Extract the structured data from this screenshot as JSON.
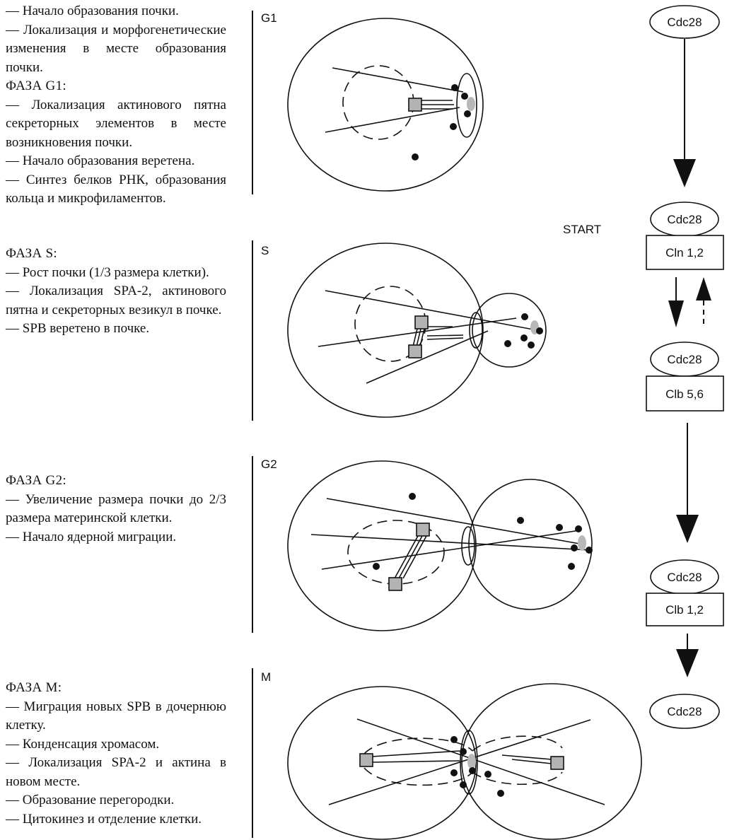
{
  "sections": [
    {
      "heading": "",
      "items": [
        "— Начало образования почки.",
        "— Локализация и морфогенетические изменения в месте образования почки."
      ]
    },
    {
      "heading": "ФАЗА G1:",
      "items": [
        "— Локализация актинового пятна секреторных элементов в месте возникновения почки.",
        "— Начало образования веретена.",
        "— Синтез белков РНК, образования кольца и микрофиламентов."
      ]
    },
    {
      "heading": "ФАЗА S:",
      "items": [
        "— Рост почки (1/3 размера клетки).",
        "— Локализация SPA-2, актинового пятна и секреторных везикул в почке.",
        "— SPB веретено в почке."
      ]
    },
    {
      "heading": "ФАЗА G2:",
      "items": [
        "— Увеличение размера почки до 2/3 размера материнской клетки.",
        "— Начало ядерной миграции."
      ]
    },
    {
      "heading": "ФАЗА M:",
      "items": [
        "— Миграция новых SPB в дочернюю клетку.",
        "— Конденсация хромасом.",
        "— Локализация SPA-2 и актина в новом месте.",
        "— Образование перегородки.",
        "— Цитокинез и отделение клетки."
      ]
    }
  ],
  "panels": {
    "g1": "G1",
    "s": "S",
    "g2": "G2",
    "m": "M"
  },
  "pathway": {
    "start": "START",
    "cdc28": "Cdc28",
    "cln": "Cln 1,2",
    "clb56": "Clb 5,6",
    "clb12": "Clb 1,2"
  }
}
